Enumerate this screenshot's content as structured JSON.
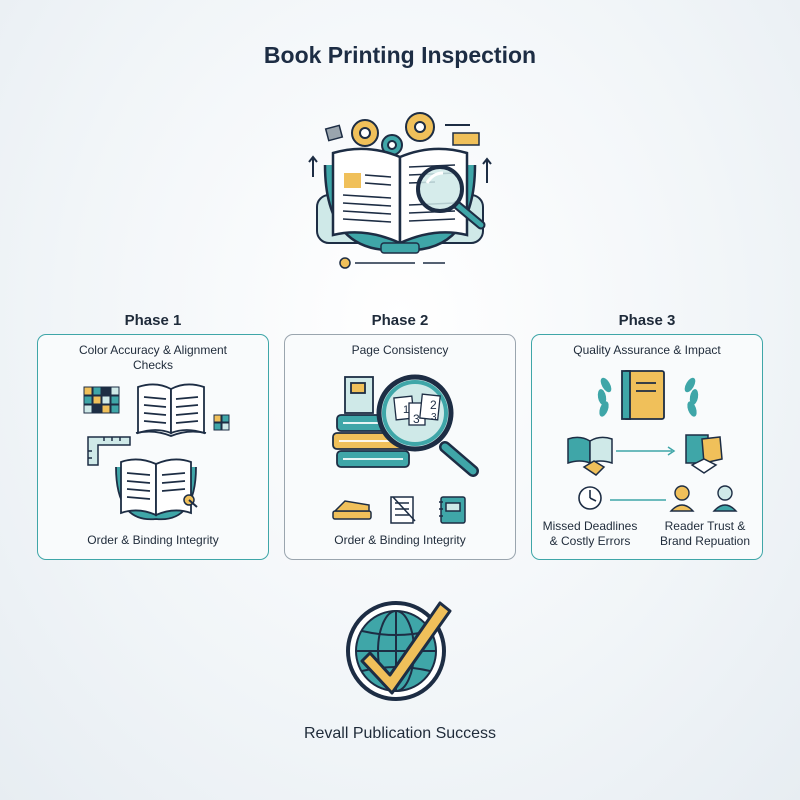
{
  "title": "Book Printing Inspection",
  "phases": [
    {
      "label": "Phase 1",
      "heading": "Color Accuracy & Alignment Checks",
      "caption": "Order & Binding Integrity"
    },
    {
      "label": "Phase 2",
      "heading": "Page Consistency",
      "caption": "Order & Binding Integrity",
      "page_numbers": [
        "1",
        "2",
        "3",
        "3"
      ]
    },
    {
      "label": "Phase 3",
      "heading": "Quality Assurance & Impact",
      "left_caption": "Missed Deadlines & Costly Errors",
      "right_caption": "Reader Trust & Brand Repuation"
    }
  ],
  "footer": "Revall Publication Success",
  "colors": {
    "teal": "#3fa6a8",
    "navy": "#1d2d44",
    "gold": "#f0c05a",
    "light_teal": "#cfe9e8"
  }
}
